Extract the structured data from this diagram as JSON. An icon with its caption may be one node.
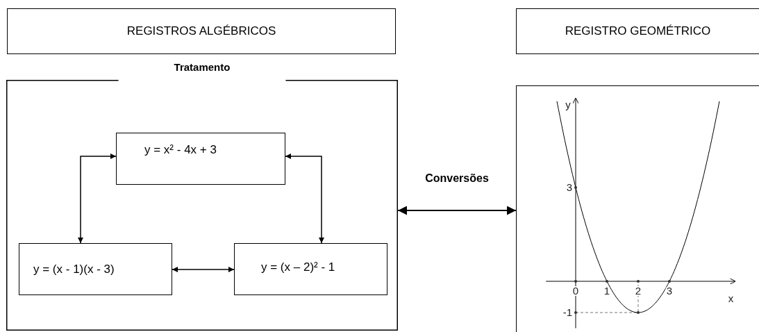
{
  "diagram": {
    "nodes": [
      {
        "text": [
          "REGISTROS ALGÉBRICOS"
        ]
      },
      {
        "text": [
          "REGISTRO GEOMÉTRICO"
        ]
      },
      {
        "text": [
          "Tratamento"
        ]
      },
      {
        "text": [
          "y = x² - 4x + 3"
        ],
        "in": 2
      },
      {
        "text": [
          "y = (x - 1)(x - 3)"
        ],
        "in": 2
      },
      {
        "text": [
          "y = (x – 2)² - 1"
        ],
        "in": 2
      },
      {
        "text": [],
        "shape": "box"
      }
    ],
    "edges": [
      {
        "from": 4,
        "to": 3,
        "arrow": "both"
      },
      {
        "from": 3,
        "to": 5,
        "arrow": "both"
      },
      {
        "from": 4,
        "to": 5,
        "arrow": "both"
      },
      {
        "from": 2,
        "to": 6,
        "arrow": "both",
        "label": "Conversões"
      }
    ],
    "chart_data": {
      "type": "line",
      "xlabel": "x",
      "ylabel": "y",
      "x": [
        -0.6,
        -0.4,
        -0.2,
        0,
        0.2,
        0.4,
        0.6,
        0.8,
        1,
        1.2,
        1.4,
        1.6,
        1.8,
        2,
        2.2,
        2.4,
        2.6,
        2.8,
        3,
        3.2,
        3.4,
        3.6,
        3.8,
        4,
        4.2,
        4.4,
        4.6
      ],
      "series": [
        {
          "color": "#000000",
          "values": [
            5.76,
            4.76,
            3.84,
            3,
            2.24,
            1.56,
            0.96,
            0.44,
            0,
            -0.36,
            -0.64,
            -0.84,
            -0.96,
            -1,
            -0.96,
            -0.84,
            -0.64,
            -0.36,
            0,
            0.44,
            0.96,
            1.56,
            2.24,
            3,
            3.84,
            4.76,
            5.76
          ]
        }
      ],
      "xlim": [
        -0.95,
        5.1
      ],
      "ylim": [
        -1.5,
        5.85
      ],
      "xticks": [
        0,
        1,
        2,
        3
      ],
      "yticks": [
        -1,
        3
      ]
    }
  }
}
